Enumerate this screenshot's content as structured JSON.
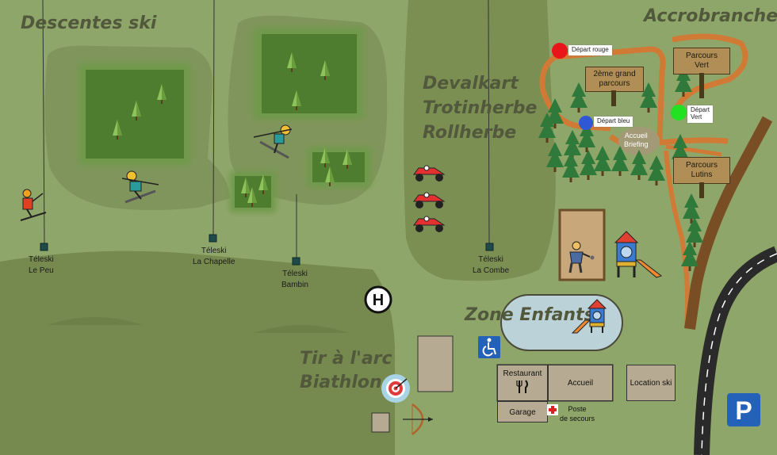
{
  "zones": {
    "descentes_ski": "Descentes ski",
    "accrobranche": "Accrobranche",
    "devalkart": [
      "Devalkart",
      "Trotinherbe",
      "Rollherbe"
    ],
    "zone_enfants": "Zone Enfants",
    "tir_arc": [
      "Tir à l'arc",
      "Biathlon"
    ]
  },
  "lifts": [
    {
      "line1": "Téleski",
      "line2": "Le Peu"
    },
    {
      "line1": "Téleski",
      "line2": "La Chapelle"
    },
    {
      "line1": "Téleski",
      "line2": "Bambin"
    },
    {
      "line1": "Téleski",
      "line2": "La Combe"
    }
  ],
  "accrobranche_signs": {
    "parcours_vert": [
      "Parcours",
      "Vert"
    ],
    "grand_parcours": [
      "2ème grand",
      "parcours"
    ],
    "parcours_lutins": [
      "Parcours",
      "Lutins"
    ],
    "accueil_briefing": [
      "Accueil",
      "Briefing"
    ]
  },
  "starts": {
    "rouge": "Départ rouge",
    "bleu": "Départ bleu",
    "vert": [
      "Départ",
      "Vert"
    ]
  },
  "start_colors": {
    "rouge": "#e8161b",
    "bleu": "#2f57d6",
    "vert": "#22e022"
  },
  "buildings": {
    "restaurant": "Restaurant",
    "accueil": "Accueil",
    "location_ski": "Location ski",
    "garage": "Garage",
    "poste_secours": [
      "Poste",
      "de secours"
    ]
  },
  "symbols": {
    "helipad": "H",
    "parking": "P"
  },
  "icons": [
    "helipad-icon",
    "parking-icon",
    "wheelchair-icon",
    "restaurant-icon",
    "first-aid-icon",
    "target-icon",
    "bow-icon",
    "kart-icon",
    "playground-icon",
    "petanque-player-icon",
    "skier-icon",
    "tree-icon"
  ]
}
